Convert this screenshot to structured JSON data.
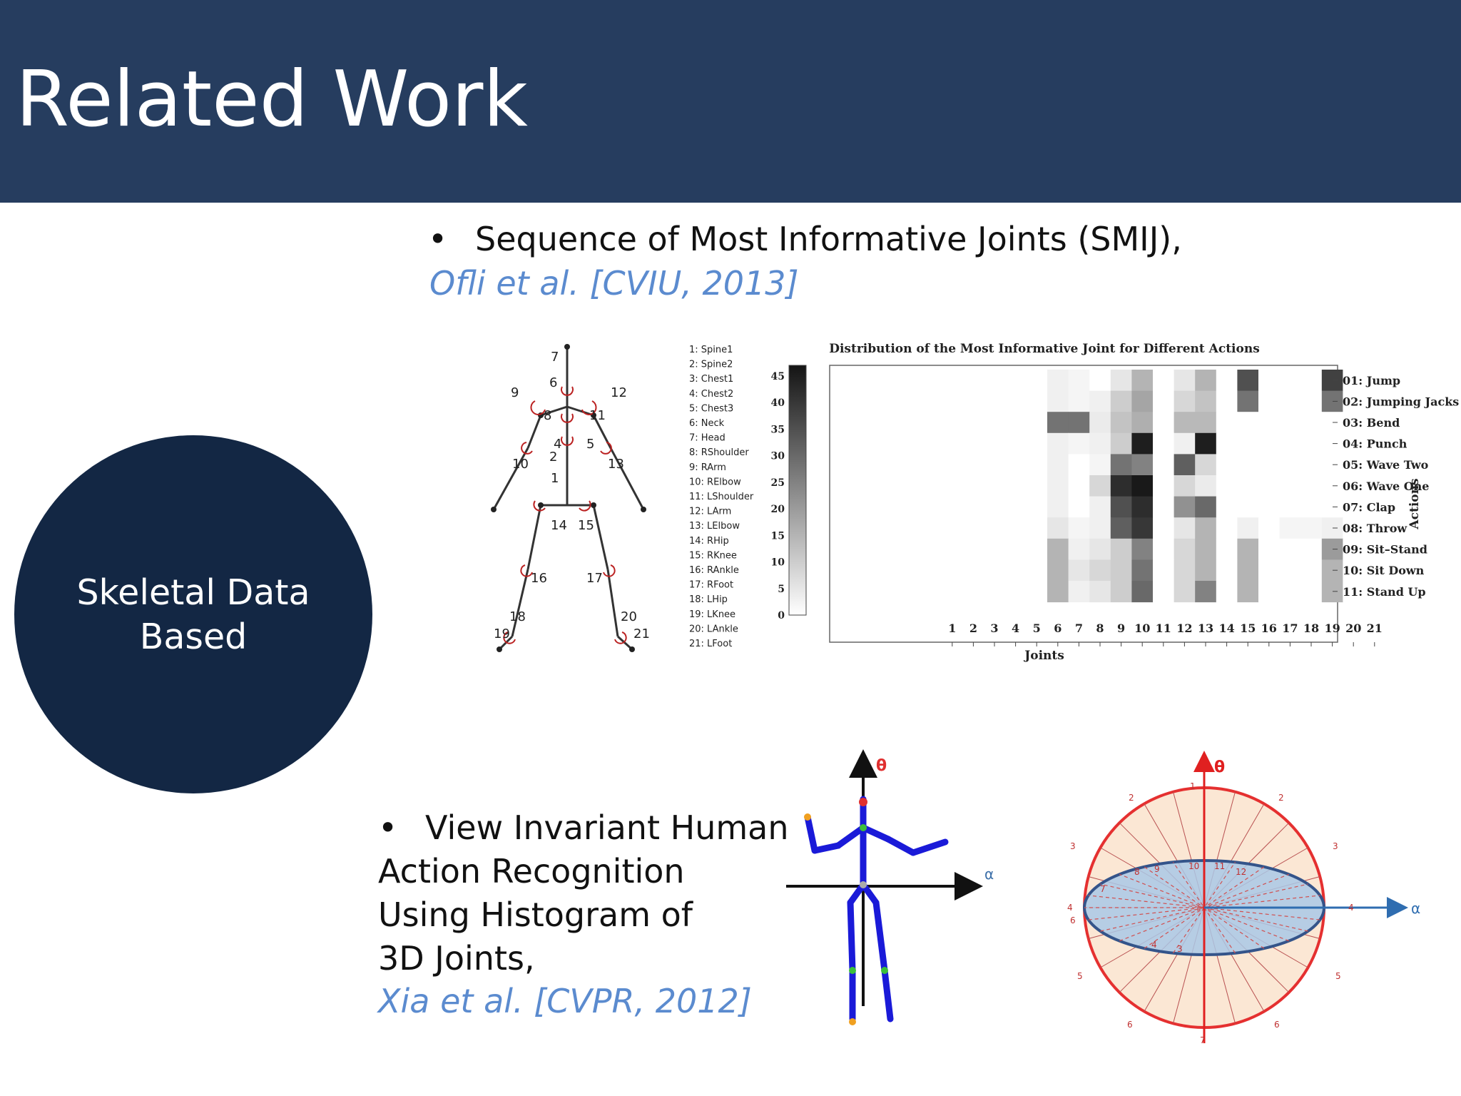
{
  "title": "Related Work",
  "side_label": {
    "line1": "Skeletal Data",
    "line2": "Based"
  },
  "bullet_char": "•",
  "item1": {
    "text": "Sequence of Most Informative Joints (SMIJ),",
    "citation": "Ofli et al. [CVIU, 2013]"
  },
  "item2": {
    "line1": "View Invariant Human",
    "line2": "Action Recognition",
    "line3": "Using Histogram of",
    "line4": "3D Joints,",
    "citation": "Xia et al. [CVPR, 2012]"
  },
  "skeleton_joint_numbers": [
    "1",
    "2",
    "4",
    "5",
    "6",
    "7",
    "8",
    "9",
    "10",
    "11",
    "12",
    "13",
    "14",
    "15",
    "16",
    "17",
    "18",
    "19",
    "20",
    "21"
  ],
  "joint_legend": [
    "1: Spine1",
    "2: Spine2",
    "3: Chest1",
    "4: Chest2",
    "5: Chest3",
    "6: Neck",
    "7: Head",
    "8: RShoulder",
    "9: RArm",
    "10: RElbow",
    "11: LShoulder",
    "12: LArm",
    "13: LElbow",
    "14: RHip",
    "15: RKnee",
    "16: RAnkle",
    "17: RFoot",
    "18: LHip",
    "19: LKnee",
    "20: LAnkle",
    "21: LFoot"
  ],
  "chart_data": {
    "type": "heatmap",
    "title": "Distribution of the Most Informative Joint for Different Actions",
    "xlabel": "Joints",
    "ylabel": "Actions",
    "x": [
      "1",
      "2",
      "3",
      "4",
      "5",
      "6",
      "7",
      "8",
      "9",
      "10",
      "11",
      "12",
      "13",
      "14",
      "15",
      "16",
      "17",
      "18",
      "19",
      "20",
      "21"
    ],
    "y": [
      "01: Jump",
      "02: Jumping Jacks",
      "03: Bend",
      "04: Punch",
      "05: Wave Two",
      "06: Wave One",
      "07: Clap",
      "08: Throw",
      "09: Sit–Stand",
      "10: Sit Down",
      "11: Stand Up"
    ],
    "colorbar": {
      "ticks": [
        "0",
        "5",
        "10",
        "15",
        "20",
        "25",
        "30",
        "35",
        "40",
        "45"
      ],
      "range": [
        0,
        47
      ]
    },
    "values": [
      [
        0,
        0,
        0,
        0,
        0,
        3,
        2,
        0,
        5,
        15,
        0,
        5,
        15,
        0,
        35,
        0,
        0,
        0,
        38,
        0,
        0
      ],
      [
        0,
        0,
        0,
        0,
        0,
        3,
        2,
        3,
        10,
        18,
        0,
        8,
        12,
        0,
        28,
        0,
        0,
        0,
        28,
        0,
        0
      ],
      [
        0,
        0,
        0,
        0,
        0,
        28,
        28,
        4,
        12,
        16,
        0,
        14,
        14,
        0,
        0,
        0,
        0,
        0,
        0,
        0,
        0
      ],
      [
        0,
        0,
        0,
        0,
        0,
        3,
        2,
        3,
        10,
        45,
        0,
        3,
        45,
        0,
        0,
        0,
        0,
        0,
        0,
        0,
        0
      ],
      [
        0,
        0,
        0,
        0,
        0,
        3,
        0,
        2,
        28,
        25,
        0,
        32,
        8,
        0,
        0,
        0,
        0,
        0,
        0,
        0,
        0
      ],
      [
        0,
        0,
        0,
        0,
        0,
        3,
        0,
        8,
        42,
        46,
        0,
        8,
        4,
        0,
        0,
        0,
        0,
        0,
        0,
        0,
        0
      ],
      [
        0,
        0,
        0,
        0,
        0,
        3,
        0,
        3,
        35,
        42,
        0,
        22,
        30,
        0,
        0,
        0,
        0,
        0,
        0,
        0,
        0
      ],
      [
        0,
        0,
        0,
        0,
        0,
        5,
        2,
        3,
        32,
        40,
        0,
        5,
        15,
        0,
        3,
        0,
        2,
        2,
        3,
        0,
        0
      ],
      [
        0,
        0,
        0,
        0,
        0,
        15,
        3,
        5,
        10,
        25,
        0,
        8,
        15,
        0,
        15,
        0,
        0,
        0,
        20,
        0,
        0
      ],
      [
        0,
        0,
        0,
        0,
        0,
        15,
        5,
        8,
        10,
        28,
        0,
        8,
        15,
        0,
        15,
        0,
        0,
        0,
        15,
        0,
        0
      ],
      [
        0,
        0,
        0,
        0,
        0,
        15,
        3,
        5,
        10,
        30,
        0,
        8,
        25,
        0,
        15,
        0,
        0,
        0,
        15,
        0,
        0
      ]
    ]
  },
  "alpha_label": "α",
  "theta_label": "θ",
  "sphere_numbers": [
    "1",
    "2",
    "2",
    "3",
    "3",
    "4",
    "4",
    "5",
    "5",
    "6",
    "6",
    "7",
    "7",
    "8",
    "9",
    "10",
    "11",
    "12",
    "6",
    "4",
    "3"
  ],
  "colors": {
    "header": "#263d5f",
    "circle": "#132744",
    "citation": "#5b8bcf"
  }
}
